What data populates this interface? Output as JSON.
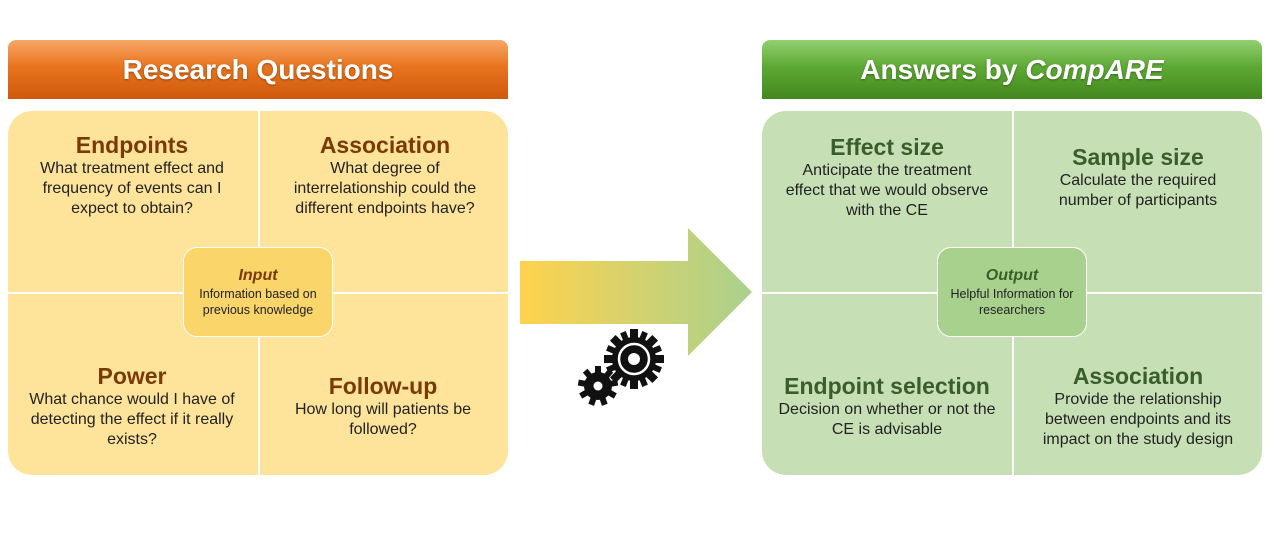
{
  "left": {
    "title": "Research Questions",
    "quadrants": [
      {
        "heading": "Endpoints",
        "text": "What treatment effect and frequency of events can I expect to obtain?"
      },
      {
        "heading": "Association",
        "text": "What degree of interrelationship could the different endpoints have?"
      },
      {
        "heading": "Power",
        "text": "What chance would I have of detecting the effect if it really exists?"
      },
      {
        "heading": "Follow-up",
        "text": "How long will patients be followed?"
      }
    ],
    "center": {
      "label": "Input",
      "text": "Information based on previous knowledge"
    }
  },
  "right": {
    "title_prefix": "Answers by ",
    "title_emph": "CompARE",
    "quadrants": [
      {
        "heading": "Effect size",
        "text": "Anticipate the treatment effect that we would observe with the CE"
      },
      {
        "heading": "Sample size",
        "text": "Calculate the required number of participants"
      },
      {
        "heading": "Endpoint selection",
        "text": "Decision on whether or not the CE is advisable"
      },
      {
        "heading": "Association",
        "text": "Provide the relationship between endpoints and its impact on the study design"
      }
    ],
    "center": {
      "label": "Output",
      "text": "Helpful Information for researchers"
    }
  },
  "colors": {
    "left_banner": "#e8741f",
    "left_panel": "#fde49a",
    "right_banner": "#5ea935",
    "right_panel": "#c6dfb4",
    "arrow_start": "#ffd24d",
    "arrow_end": "#a9d18e"
  },
  "icons": {
    "connector": "arrow-right-icon",
    "process": "gears-icon"
  }
}
